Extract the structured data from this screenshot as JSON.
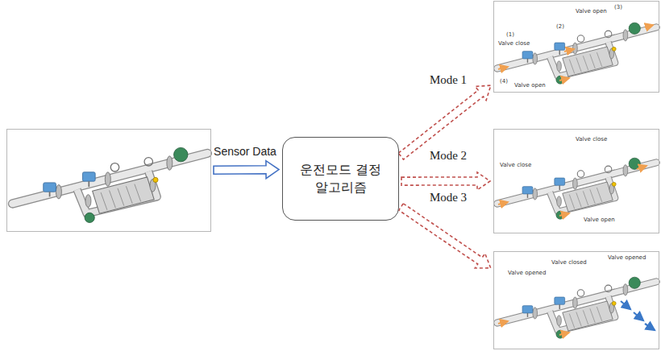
{
  "diagram": {
    "nodes": [
      {
        "text": []
      },
      {
        "text": [
          "운전모드 결정 알고리즘"
        ]
      },
      {
        "text": [
          "Valve open",
          "(3)",
          "(2)",
          "(1)",
          "Valve close",
          "(4)",
          "Valve open"
        ]
      },
      {
        "text": [
          "Valve close",
          "Valve close",
          "Valve open"
        ]
      },
      {
        "text": [
          "Valve opened",
          "Valve closed",
          "Valve opened"
        ]
      }
    ],
    "edges": [
      {
        "from": 0,
        "to": 1,
        "label": "Sensor Data",
        "arrow": "to"
      },
      {
        "from": 1,
        "to": 2,
        "label": "Mode 1",
        "arrow": "to"
      },
      {
        "from": 1,
        "to": 3,
        "label": "Mode 2",
        "arrow": "to"
      },
      {
        "from": 1,
        "to": 4,
        "label": "Mode 3",
        "arrow": "to"
      }
    ]
  }
}
